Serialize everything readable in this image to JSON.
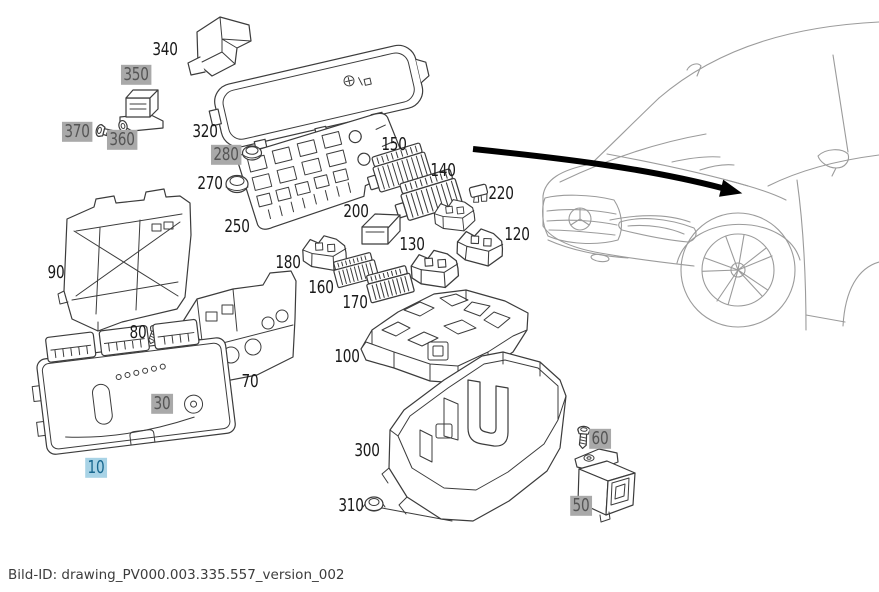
{
  "document": {
    "bild_id": "Bild-ID: drawing_PV000.003.335.557_version_002"
  },
  "colors": {
    "selected_label_bg": "#a8d3e6",
    "selected_label_text": "#17678f",
    "related_label_bg": "#a9a9a9",
    "related_label_text": "#555555",
    "plain_label_text": "#1a1a1a",
    "part_line": "#3c3c3c",
    "vehicle_line": "#9b9b9b",
    "arrow": "#000000"
  },
  "callouts": {
    "selected": [
      "10"
    ],
    "highlighted": [
      "30",
      "50",
      "60",
      "280",
      "350",
      "360",
      "370"
    ],
    "labels": {
      "10": "10",
      "30": "30",
      "50": "50",
      "60": "60",
      "70": "70",
      "80": "80",
      "90": "90",
      "100": "100",
      "120": "120",
      "130": "130",
      "140": "140",
      "150": "150",
      "160": "160",
      "170": "170",
      "180": "180",
      "200": "200",
      "220": "220",
      "250": "250",
      "270": "270",
      "280": "280",
      "300": "300",
      "310": "310",
      "320": "320",
      "340": "340",
      "350": "350",
      "360": "360",
      "370": "370"
    }
  }
}
